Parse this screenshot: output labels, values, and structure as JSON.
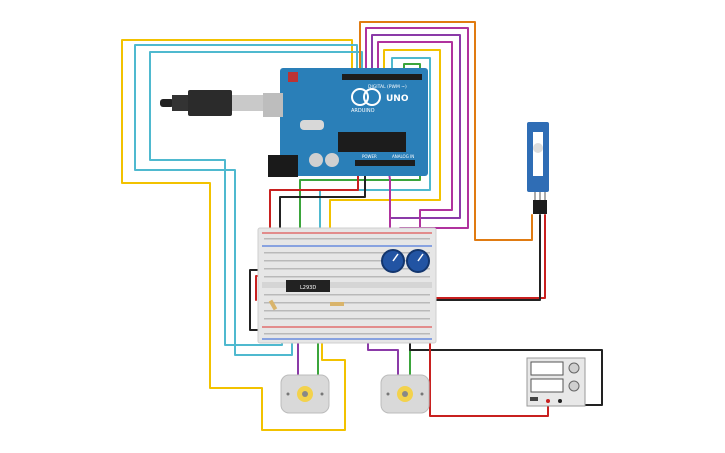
{
  "colors": {
    "background": "#ffffff",
    "arduino_board": "#2a7fb8",
    "arduino_dark": "#1d5f8c",
    "breadboard": "#e6e6e6",
    "rail_red": "#d33",
    "rail_blue": "#2b5fd9",
    "wire_yellow": "#f2c200",
    "wire_cyan": "#4fb9cf",
    "wire_purple": "#8b3aa8",
    "wire_magenta": "#b0329e",
    "wire_orange": "#e07b12",
    "wire_red": "#c8201f",
    "wire_black": "#222222",
    "wire_green": "#3ba53b",
    "servo_blue": "#2f6db5",
    "motor_body": "#d9d9d9",
    "motor_hub": "#f3d24c",
    "pot_blue": "#2254a3",
    "supply_body": "#e8e8e8"
  },
  "icons": [
    "usb-plug-icon",
    "arduino-uno-icon",
    "breadboard-icon",
    "motor-driver-chip-icon",
    "potentiometer-icon",
    "servo-motor-icon",
    "dc-motor-icon",
    "power-supply-icon",
    "resistor-icon"
  ],
  "arduino": {
    "brand": "ARDUINO",
    "model": "UNO",
    "digital_label": "DIGITAL (PWM ~)",
    "power_label": "POWER",
    "analog_label": "ANALOG IN"
  },
  "chip": {
    "label": "L293D"
  }
}
